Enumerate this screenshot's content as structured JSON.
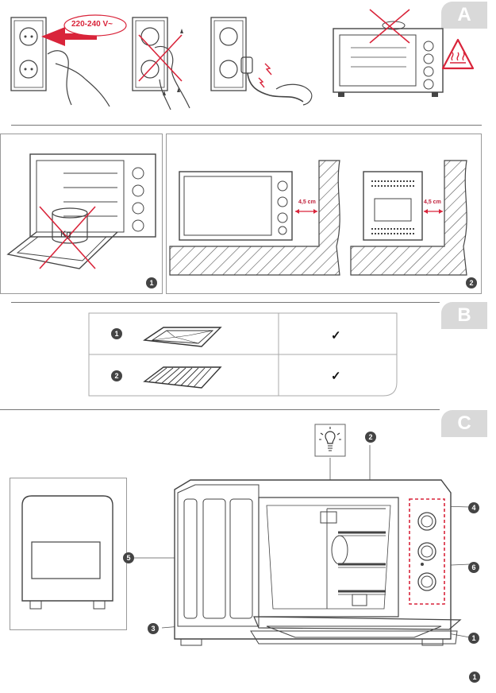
{
  "sections": {
    "a": "A",
    "b": "B",
    "c": "C"
  },
  "section_a": {
    "voltage": "220-240 V~"
  },
  "panel_1": {
    "weight_label": "Kg",
    "badge": "1"
  },
  "panel_2": {
    "clearance_left": "4,5 cm",
    "clearance_right": "4,5 cm",
    "badge": "2"
  },
  "accessories": [
    {
      "num": "1",
      "name": "baking-tray",
      "check": "✓"
    },
    {
      "num": "2",
      "name": "wire-rack",
      "check": "✓"
    }
  ],
  "callouts": {
    "lamp": "2",
    "thermostat": "4",
    "timer": "6",
    "side_window": "5",
    "door": "3",
    "tray": "1",
    "footer": "1"
  },
  "colors": {
    "accent": "#d9243a",
    "tab": "#d9d9d9",
    "line": "#444444"
  }
}
